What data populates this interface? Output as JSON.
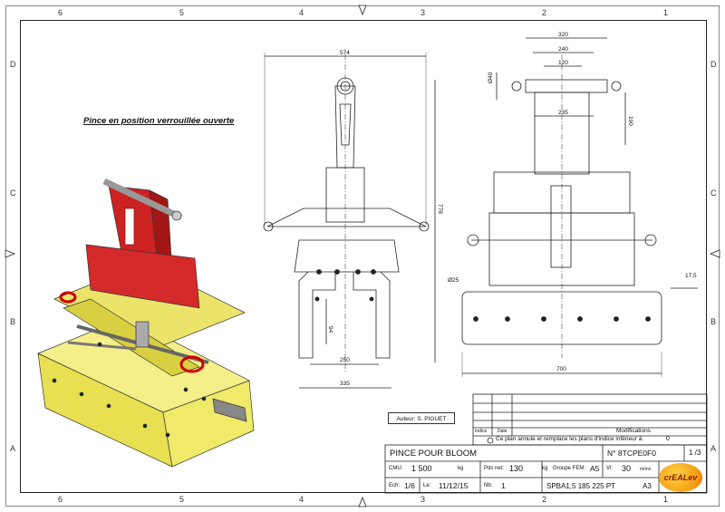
{
  "zones_top": [
    "6",
    "5",
    "4",
    "3",
    "2",
    "1"
  ],
  "zones_side": [
    "D",
    "C",
    "B",
    "A"
  ],
  "note": "Pince en position verrouillée ouverte",
  "author": "Auteur: S. PIGUET",
  "dims_front": {
    "width_top": "574",
    "height": "778",
    "jaw": "250",
    "base": "335",
    "jaw_h": "94"
  },
  "dims_side": {
    "d320": "320",
    "d240": "240",
    "d120": "120",
    "d235": "235",
    "d190": "190",
    "phi40": "Ø40",
    "phi25": "Ø25",
    "d17": "17,5",
    "d700": "700"
  },
  "titleblock": {
    "indice": "Indice",
    "date": "Date",
    "modifications": "Modifications",
    "replace_note": "Ce plan annule et remplace les plans d'indice inférieur à:",
    "replace_val": "0",
    "name": "PINCE POUR BLOOM",
    "number": "N° 8TCPE0F0",
    "sheet": "1 /3",
    "cmu_label": "CMU:",
    "cmu_val": "1 500",
    "cmu_unit": "kg",
    "pds_label": "Pds net:",
    "pds_val": "130",
    "pds_unit": "kg",
    "groupe_label": "Groupe FEM:",
    "groupe_val": "A5",
    "vl_label": "Vl:",
    "vl_val": "30",
    "vl_unit": "m/mn",
    "ech_label": "Ech:",
    "ech_val": "1/6",
    "le_label": "Le:",
    "le_val": "11/12/15",
    "nb_label": "Nb:",
    "nb_val": "1",
    "ref": "SPBA1,5 185 225 PT",
    "format": "A3",
    "logo": "crEALev"
  }
}
